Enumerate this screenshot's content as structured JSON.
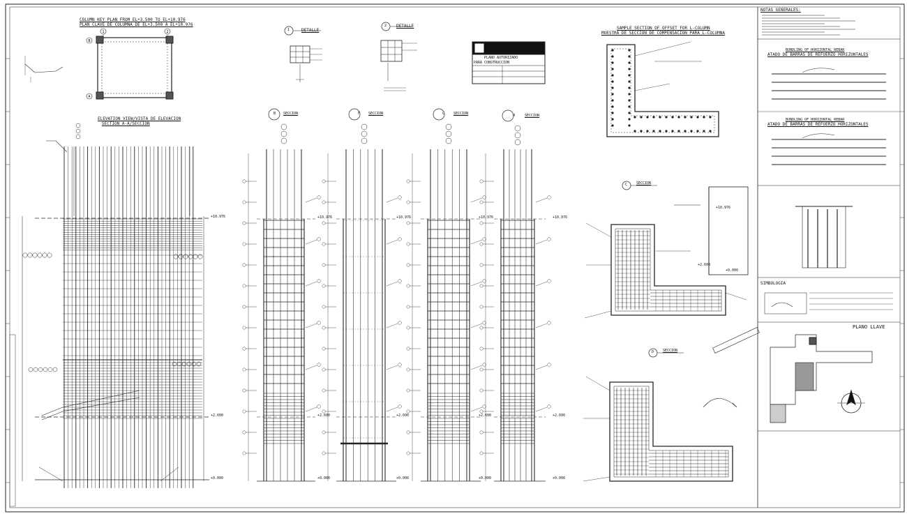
{
  "titles": {
    "key_plan_en": "COLUMN KEY PLAN FROM EL+3.500 TO EL+10.976",
    "key_plan_es": "PLAN CLAVE DE COLUMNA DE EL+3.500 A EL+10.976",
    "elevation_en": "ELEVATION VIEW/VISTA DE ELEVACION",
    "elevation_es": "SECTION A-A/SECCION",
    "detalle_1": "DETALLE",
    "detalle_2": "DETALLE",
    "offset_en": "SAMPLE SECTION OF OFFSET FOR L-COLUMN",
    "offset_es": "MUESTRA DE SECCION DE COMPENSACION PARA L-COLUMNA",
    "bundling_1_en": "BUNDLING OF HORIZONTAL REBAR",
    "bundling_1_es": "ATADO DE BARRAS DE REFUERZO HORIZONTALES",
    "bundling_2_en": "BUNDLING OF HORIZONTAL REBAR",
    "bundling_2_es": "ATADO DE BARRAS DE REFUERZO HORIZONTALES",
    "notas": "NOTAS GENERALES:",
    "simbologia": "SIMBOLOGIA",
    "plano_llave": "PLANO LLAVE",
    "stamp_1": "PLANO AUTORIZADO",
    "stamp_2": "PARA CONSTRUCCION"
  },
  "section_tags": [
    {
      "letter": "B",
      "label": "SECCION"
    },
    {
      "letter": "F",
      "label": "SECCION"
    },
    {
      "letter": "C",
      "label": "SECCION"
    },
    {
      "letter": "H",
      "label": "SECCION"
    },
    {
      "letter": "C",
      "label": "SECCION"
    },
    {
      "letter": "D",
      "label": "SECCION"
    }
  ],
  "detail_tags": [
    {
      "number": "1"
    },
    {
      "number": "2"
    }
  ],
  "elevations": {
    "top": "+10.976",
    "mid": "+2.600",
    "base": "+0.000"
  },
  "base_elevations": [
    "+0.000",
    "+0.000",
    "+0.000",
    "+0.000",
    "+0.000"
  ],
  "mid_elevations": [
    "+2.600",
    "+2.600",
    "+2.600",
    "+2.600",
    "+2.600"
  ],
  "top_elevations": [
    "+10.976",
    "+10.976",
    "+10.976",
    "+10.976",
    "+10.976"
  ],
  "grid_marks": [
    "A",
    "B",
    "1",
    "2"
  ]
}
